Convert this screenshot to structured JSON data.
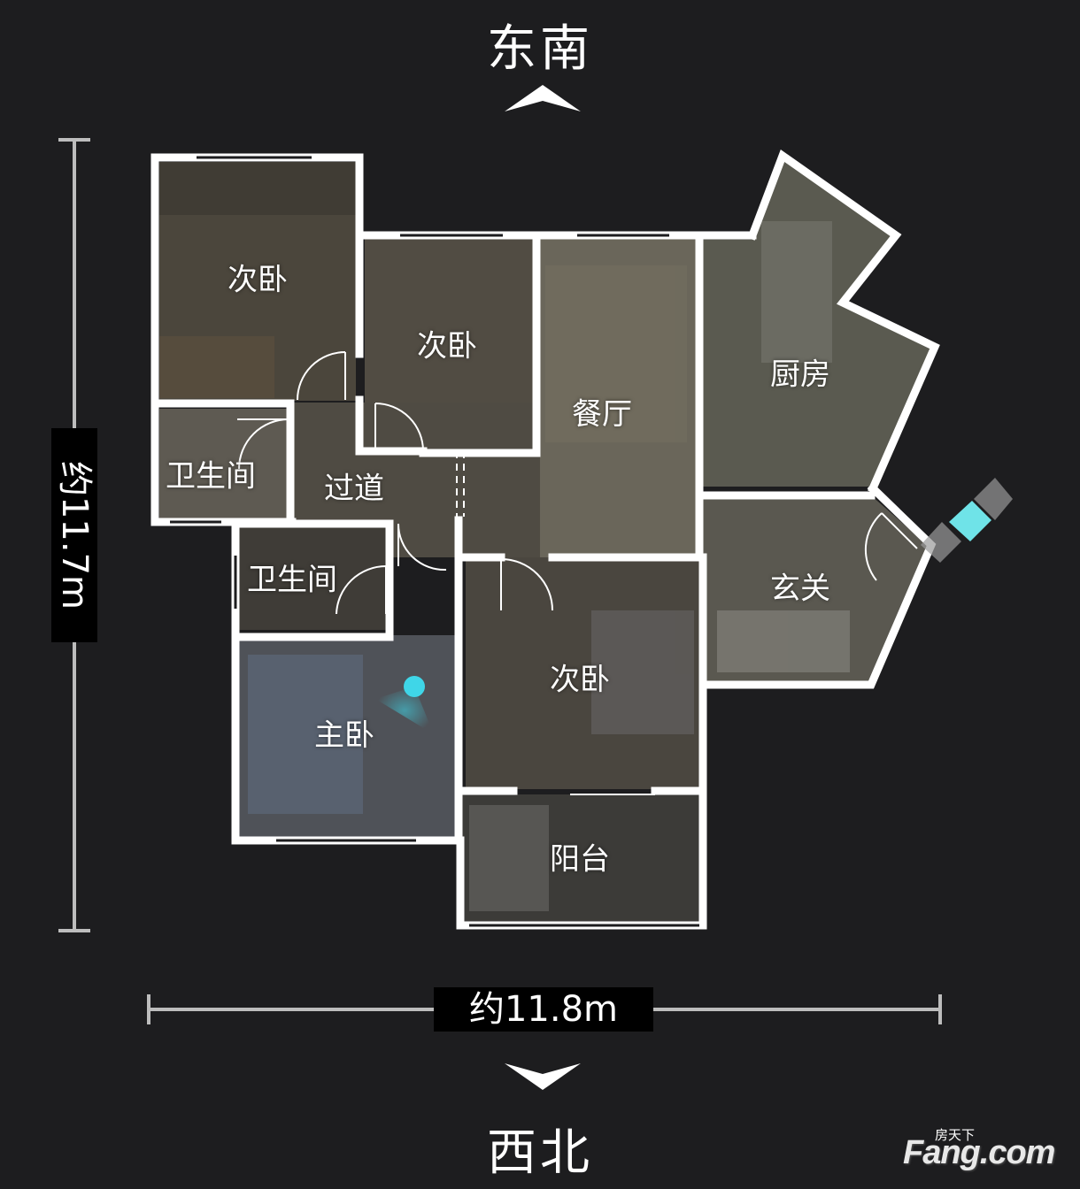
{
  "compass": {
    "top": "东南",
    "bottom": "西北"
  },
  "dimensions": {
    "width": "约11.8m",
    "height": "约11.7m"
  },
  "rooms": {
    "bedroom_top_left": "次卧",
    "bedroom_top_middle": "次卧",
    "dining": "餐厅",
    "kitchen": "厨房",
    "bathroom_left": "卫生间",
    "corridor": "过道",
    "bathroom_middle": "卫生间",
    "entrance": "玄关",
    "bedroom_middle": "次卧",
    "master_bedroom": "主卧",
    "balcony": "阳台"
  },
  "watermark": {
    "small": "房天下",
    "big": "Fang.com"
  },
  "colors": {
    "background": "#1d1d1f",
    "wall": "#ffffff",
    "position_marker": "#3fd6e8",
    "entry_arrow": "#6fe3e8"
  },
  "icons": {
    "top_arrow": "chevron-up-icon",
    "bottom_arrow": "chevron-down-icon",
    "entry": "entry-arrows-icon",
    "marker": "position-marker-icon"
  }
}
